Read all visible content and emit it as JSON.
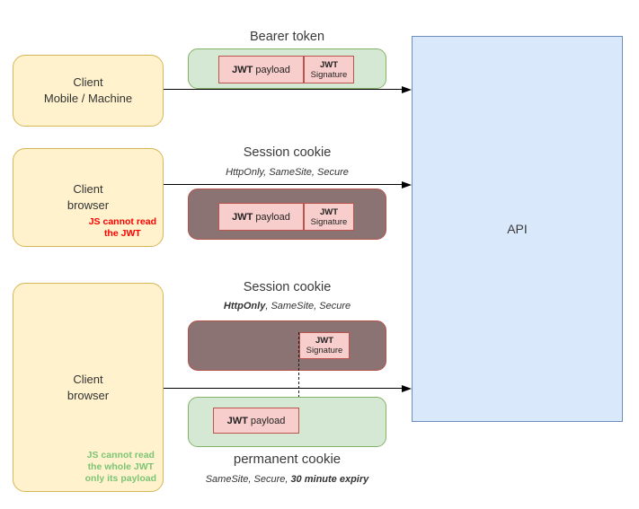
{
  "clients": {
    "mobile": {
      "line1": "Client",
      "line2": "Mobile / Machine"
    },
    "browser1": {
      "line1": "Client",
      "line2": "browser",
      "note": {
        "line1": "JS cannot read",
        "line2": "the JWT"
      }
    },
    "browser2": {
      "line1": "Client",
      "line2": "browser",
      "note": {
        "line1": "JS cannot read",
        "line2": "the whole JWT",
        "line3": "only its payload"
      }
    }
  },
  "api": {
    "label": "API"
  },
  "flows": {
    "bearer": {
      "title": "Bearer token"
    },
    "session1": {
      "title": "Session cookie",
      "attributes": "HttpOnly, SameSite, Secure"
    },
    "session2": {
      "title": "Session cookie",
      "attr_bold": "HttpOnly",
      "attr_rest": ", SameSite, Secure"
    },
    "permanent": {
      "title": "permanent cookie",
      "attr_plain": "SameSite, Secure,",
      "attr_bold": "30 minute expiry"
    }
  },
  "jwt": {
    "name": "JWT",
    "payload_word": "payload",
    "signature_word": "Signature"
  },
  "colors": {
    "client_fill": "#fff2cc",
    "client_border": "#d6b656",
    "token_fill": "#d5e8d4",
    "token_border": "#82b366",
    "jwt_fill": "#f8cecc",
    "jwt_border": "#b85450",
    "cookie_fill": "#8a7372",
    "cookie_border": "#b5524c",
    "api_fill": "#dae8fc",
    "api_border": "#6c8ebf",
    "note_red": "#ff0000",
    "note_green": "#7cc576",
    "arrow": "#000000"
  }
}
